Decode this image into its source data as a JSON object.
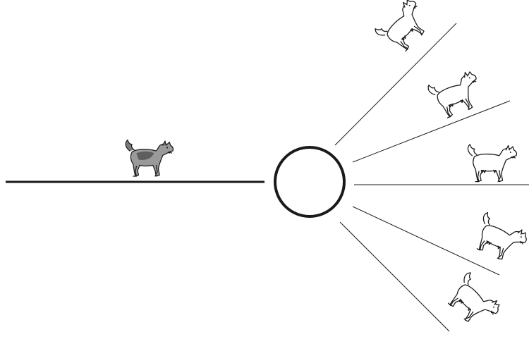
{
  "figure": {
    "type": "ray-fan diagram",
    "left_ground_line": true,
    "center_circle": true,
    "output_rays": 5,
    "colors": {
      "ink": "#1a1a1a",
      "dog_gray_fill": "#7a7a7a",
      "dog_white_fill": "#ffffff"
    }
  },
  "elements": {
    "source_dog": {
      "icon": "dog-icon",
      "style": "gray"
    },
    "output_dogs": [
      {
        "icon": "dog-icon",
        "style": "outline"
      },
      {
        "icon": "dog-icon",
        "style": "outline"
      },
      {
        "icon": "dog-icon",
        "style": "outline"
      },
      {
        "icon": "dog-icon",
        "style": "outline"
      },
      {
        "icon": "dog-icon",
        "style": "outline"
      }
    ]
  }
}
